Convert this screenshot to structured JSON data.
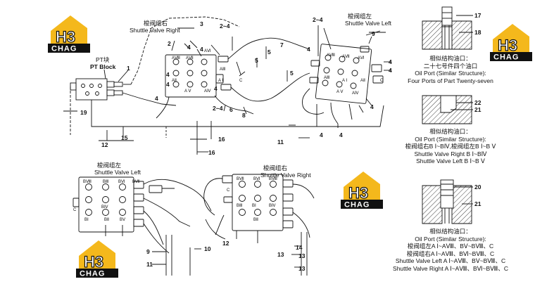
{
  "logo": {
    "main": "H3",
    "sub": "CHAG"
  },
  "top_group": {
    "pt_block": {
      "cn": "PT块",
      "en": "PT Block"
    },
    "shuttle_right": {
      "cn": "梭阀组右",
      "en": "Shuttle Valve Right"
    },
    "shuttle_left": {
      "cn": "梭阀组左",
      "en": "Shuttle Valve Left"
    }
  },
  "bottom_group": {
    "shuttle_left": {
      "cn": "梭阀组左",
      "en": "Shuttle Valve Left"
    },
    "shuttle_right": {
      "cn": "梭阀组右",
      "en": "Shuttle Valve Right"
    }
  },
  "callouts": {
    "n1": "1",
    "n2": "2",
    "n3": "3",
    "n4": "4",
    "n5": "5",
    "n6": "6",
    "n7": "7",
    "n8": "8",
    "n9": "9",
    "n10": "10",
    "n11": "11",
    "n12": "12",
    "n13": "13",
    "n14": "14",
    "n15": "15",
    "n16": "16",
    "n17": "17",
    "n18": "18",
    "n19": "19",
    "n20": "20",
    "n21": "21",
    "n22": "22",
    "n24": "2~4"
  },
  "ports": {
    "a1": "A Ⅰ",
    "a2": "AⅡ",
    "a3": "AⅢ",
    "a4": "AⅣ",
    "a5": "A Ⅴ",
    "a6": "AⅥ",
    "a7": "AⅦ",
    "a8": "AⅧ",
    "b1": "BⅠ",
    "b2": "BⅡ",
    "b3": "BⅢ",
    "b4": "BⅣ",
    "b5": "BⅤ",
    "b6": "BⅥ",
    "b7": "BⅦ",
    "b8": "BⅧ",
    "c": "C"
  },
  "right_panel": {
    "cap1": [
      "相似结构油口：",
      "二十七号件四个油口",
      "Oil Port (Similar Structure):",
      "Four Ports of Part Twenty-seven"
    ],
    "cap2": [
      "相似结构油口：",
      "Oil Port (Similar Structure):",
      "梭阀组右B Ⅰ~BⅣ,梭阀组左B Ⅰ~B Ⅴ",
      "Shuttle Valve Right B Ⅰ~BⅣ",
      "Shuttle Valve Left B Ⅰ~B Ⅴ"
    ],
    "cap3": [
      "相似结构油口：",
      "Oil Port (Similar Structure):",
      "梭阀组左A Ⅰ~AⅧ、BⅤ~BⅧ、C",
      "梭阀组右A Ⅰ~AⅧ、BⅥ~BⅧ、C",
      "Shuttle Valve Left A Ⅰ~AⅧ、BⅤ~BⅧ、C",
      "Shuttle Valve Right A Ⅰ~AⅧ、BⅥ~BⅧ、C"
    ]
  },
  "colors": {
    "logo_yellow": "#f4b81c",
    "line": "#111111"
  }
}
